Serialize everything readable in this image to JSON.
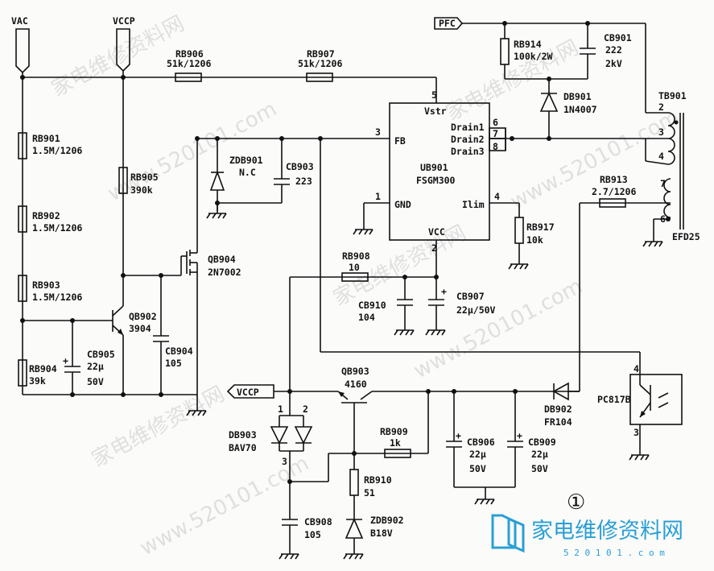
{
  "net_labels": {
    "vac": "VAC",
    "vccp_top": "VCCP",
    "vccp_left": "VCCP",
    "pfc": "PFC"
  },
  "ic": {
    "ref": "UB901",
    "part": "FSGM300",
    "pin_vstr": "Vstr",
    "pin_fb": "FB",
    "pin_gnd": "GND",
    "pin_vcc": "VCC",
    "pin_drain1": "Drain1",
    "pin_drain2": "Drain2",
    "pin_drain3": "Drain3",
    "pin_ilim": "Ilim",
    "n5": "5",
    "n3": "3",
    "n1": "1",
    "n2": "2",
    "n4": "4",
    "n6": "6",
    "n7": "7",
    "n8": "8"
  },
  "parts": {
    "rb906": "RB906",
    "rb906v": "51k/1206",
    "rb907": "RB907",
    "rb907v": "51k/1206",
    "rb901": "RB901",
    "rb901v": "1.5M/1206",
    "rb902": "RB902",
    "rb902v": "1.5M/1206",
    "rb903": "RB903",
    "rb903v": "1.5M/1206",
    "rb904": "RB904",
    "rb904v": "39k",
    "rb905": "RB905",
    "rb905v": "390k",
    "zdb901": "ZDB901",
    "zdb901v": "N.C",
    "cb903": "CB903",
    "cb903v": "223",
    "qb904": "QB904",
    "qb904v": "2N7002",
    "qb902": "QB902",
    "qb902v": "3904",
    "cb905": "CB905",
    "cb905v": "22μ",
    "cb905v2": "50V",
    "cb904": "CB904",
    "cb904v": "105",
    "rb914": "RB914",
    "rb914v": "100k/2W",
    "cb901": "CB901",
    "cb901v": "222",
    "cb901v2": "2kV",
    "db901": "DB901",
    "db901v": "1N4007",
    "tb901": "TB901",
    "tb901v": "EFD25",
    "t2": "2",
    "t3": "3",
    "t4": "4",
    "t7": "7",
    "t6": "6",
    "rb913": "RB913",
    "rb913v": "2.7/1206",
    "rb917": "RB917",
    "rb917v": "10k",
    "rb908": "RB908",
    "rb908v": "10",
    "cb910": "CB910",
    "cb910v": "104",
    "cb907": "CB907",
    "cb907v": "22μ/50V",
    "qb903": "QB903",
    "qb903v": "4160",
    "db902": "DB902",
    "db902v": "FR104",
    "pc817": "PC817B",
    "pc4": "4",
    "pc3": "3",
    "db903": "DB903",
    "db903v": "BAV70",
    "d1": "1",
    "d2": "2",
    "d3": "3",
    "rb909": "RB909",
    "rb909v": "1k",
    "rb910": "RB910",
    "rb910v": "51",
    "cb906": "CB906",
    "cb906v": "22μ",
    "cb906v2": "50V",
    "cb909": "CB909",
    "cb909v": "22μ",
    "cb909v2": "50V",
    "cb908": "CB908",
    "cb908v": "105",
    "zdb902": "ZDB902",
    "zdb902v": "B18V"
  },
  "figure_number": "①",
  "logo": {
    "text": "家电维修资料网",
    "url": "5 2 0 1 0 1 . c o m"
  },
  "watermarks": [
    "家电维修资料网",
    "www.520101.com"
  ]
}
